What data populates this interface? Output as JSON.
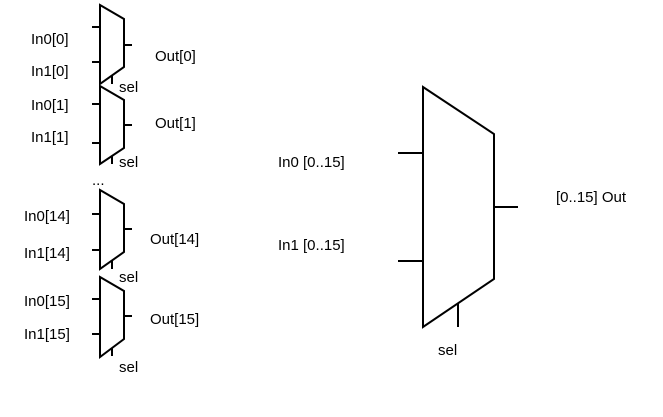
{
  "colors": {
    "background": "#ffffff",
    "stroke": "#000000",
    "text": "#000000"
  },
  "small_muxes": [
    {
      "in0": "In0[0]",
      "in1": "In1[0]",
      "out": "Out[0]",
      "sel": "sel"
    },
    {
      "in0": "In0[1]",
      "in1": "In1[1]",
      "out": "Out[1]",
      "sel": "sel"
    },
    {
      "in0": "In0[14]",
      "in1": "In1[14]",
      "out": "Out[14]",
      "sel": "sel"
    },
    {
      "in0": "In0[15]",
      "in1": "In1[15]",
      "out": "Out[15]",
      "sel": "sel"
    }
  ],
  "ellipsis": "...",
  "big_mux": {
    "in0": "In0 [0..15]",
    "in1": "In1 [0..15]",
    "out": "[0..15] Out",
    "sel": "sel"
  }
}
